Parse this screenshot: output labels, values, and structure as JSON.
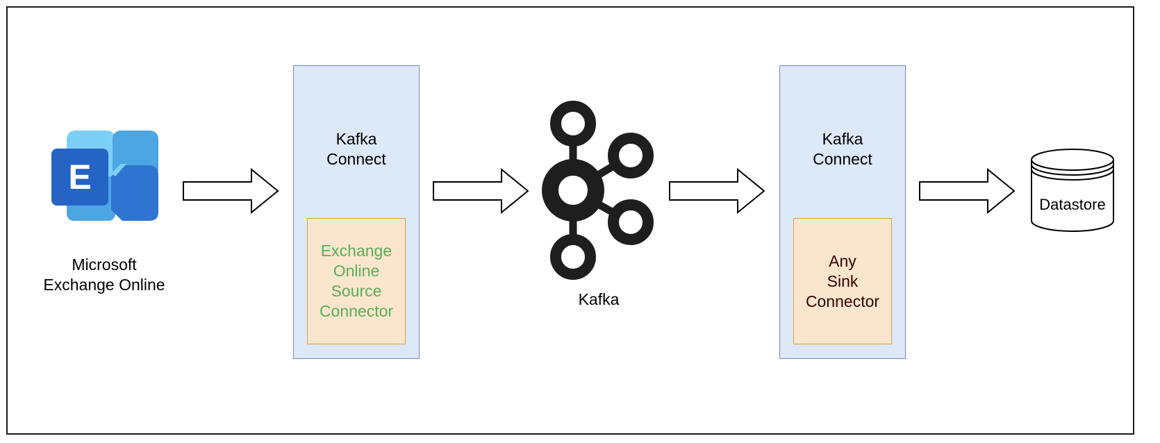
{
  "diagram": {
    "source": {
      "label": "Microsoft\nExchange Online",
      "icon": "exchange-online-icon",
      "icon_letter": "E"
    },
    "source_connect": {
      "title": "Kafka\nConnect",
      "connector_label": "Exchange\nOnline\nSource\nConnector",
      "connector_color": "#5aad5a"
    },
    "kafka": {
      "label": "Kafka",
      "icon": "kafka-logo-icon"
    },
    "sink_connect": {
      "title": "Kafka\nConnect",
      "connector_label": "Any\nSink\nConnector",
      "connector_color": "#330000"
    },
    "datastore": {
      "label": "Datastore",
      "icon": "database-cylinder-icon"
    },
    "colors": {
      "connect_fill": "#dde8f9",
      "connect_border": "#6c8ebf",
      "connector_fill": "#fae6cc",
      "connector_border": "#d6a13a"
    }
  }
}
